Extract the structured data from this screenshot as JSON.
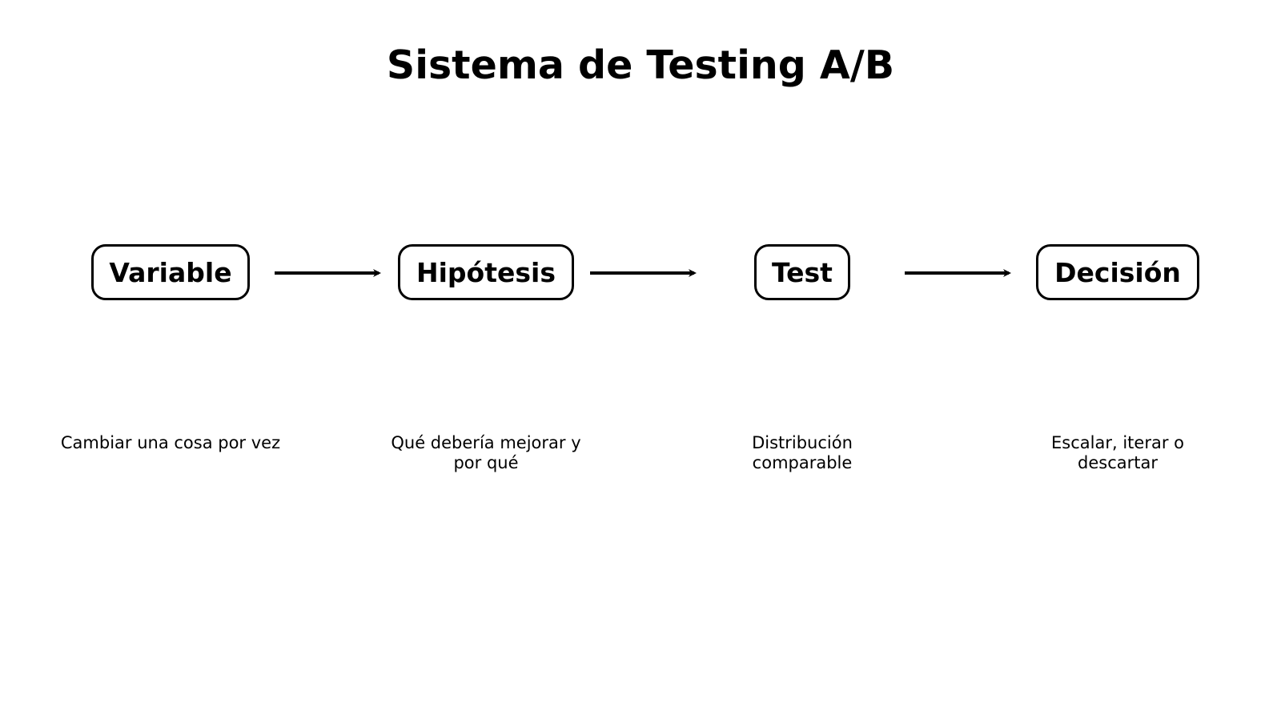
{
  "title": "Sistema de Testing A/B",
  "steps": [
    {
      "label": "Variable",
      "description": "Cambiar una cosa por vez"
    },
    {
      "label": "Hipótesis",
      "description": "Qué debería mejorar y por qué"
    },
    {
      "label": "Test",
      "description": "Distribución comparable"
    },
    {
      "label": "Decisión",
      "description": "Escalar, iterar o descartar"
    }
  ]
}
